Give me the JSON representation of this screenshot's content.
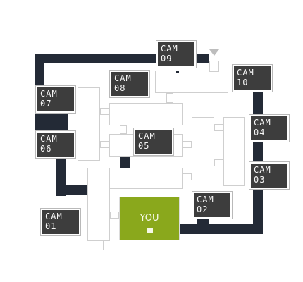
{
  "map": {
    "cameras": [
      {
        "id": "cam01",
        "label": "CAM\n01"
      },
      {
        "id": "cam02",
        "label": "CAM\n02"
      },
      {
        "id": "cam03",
        "label": "CAM\n03"
      },
      {
        "id": "cam04",
        "label": "CAM\n04"
      },
      {
        "id": "cam05",
        "label": "CAM\n05"
      },
      {
        "id": "cam06",
        "label": "CAM\n06"
      },
      {
        "id": "cam07",
        "label": "CAM\n07"
      },
      {
        "id": "cam08",
        "label": "CAM\n08"
      },
      {
        "id": "cam09",
        "label": "CAM\n09"
      },
      {
        "id": "cam10",
        "label": "CAM\n10"
      }
    ],
    "player": {
      "label": "YOU"
    },
    "colors": {
      "hallway": "#232a36",
      "camera_button": "#3d3d3d",
      "player_room": "#8aa81c",
      "room_outline": "#cfcfcf"
    }
  }
}
